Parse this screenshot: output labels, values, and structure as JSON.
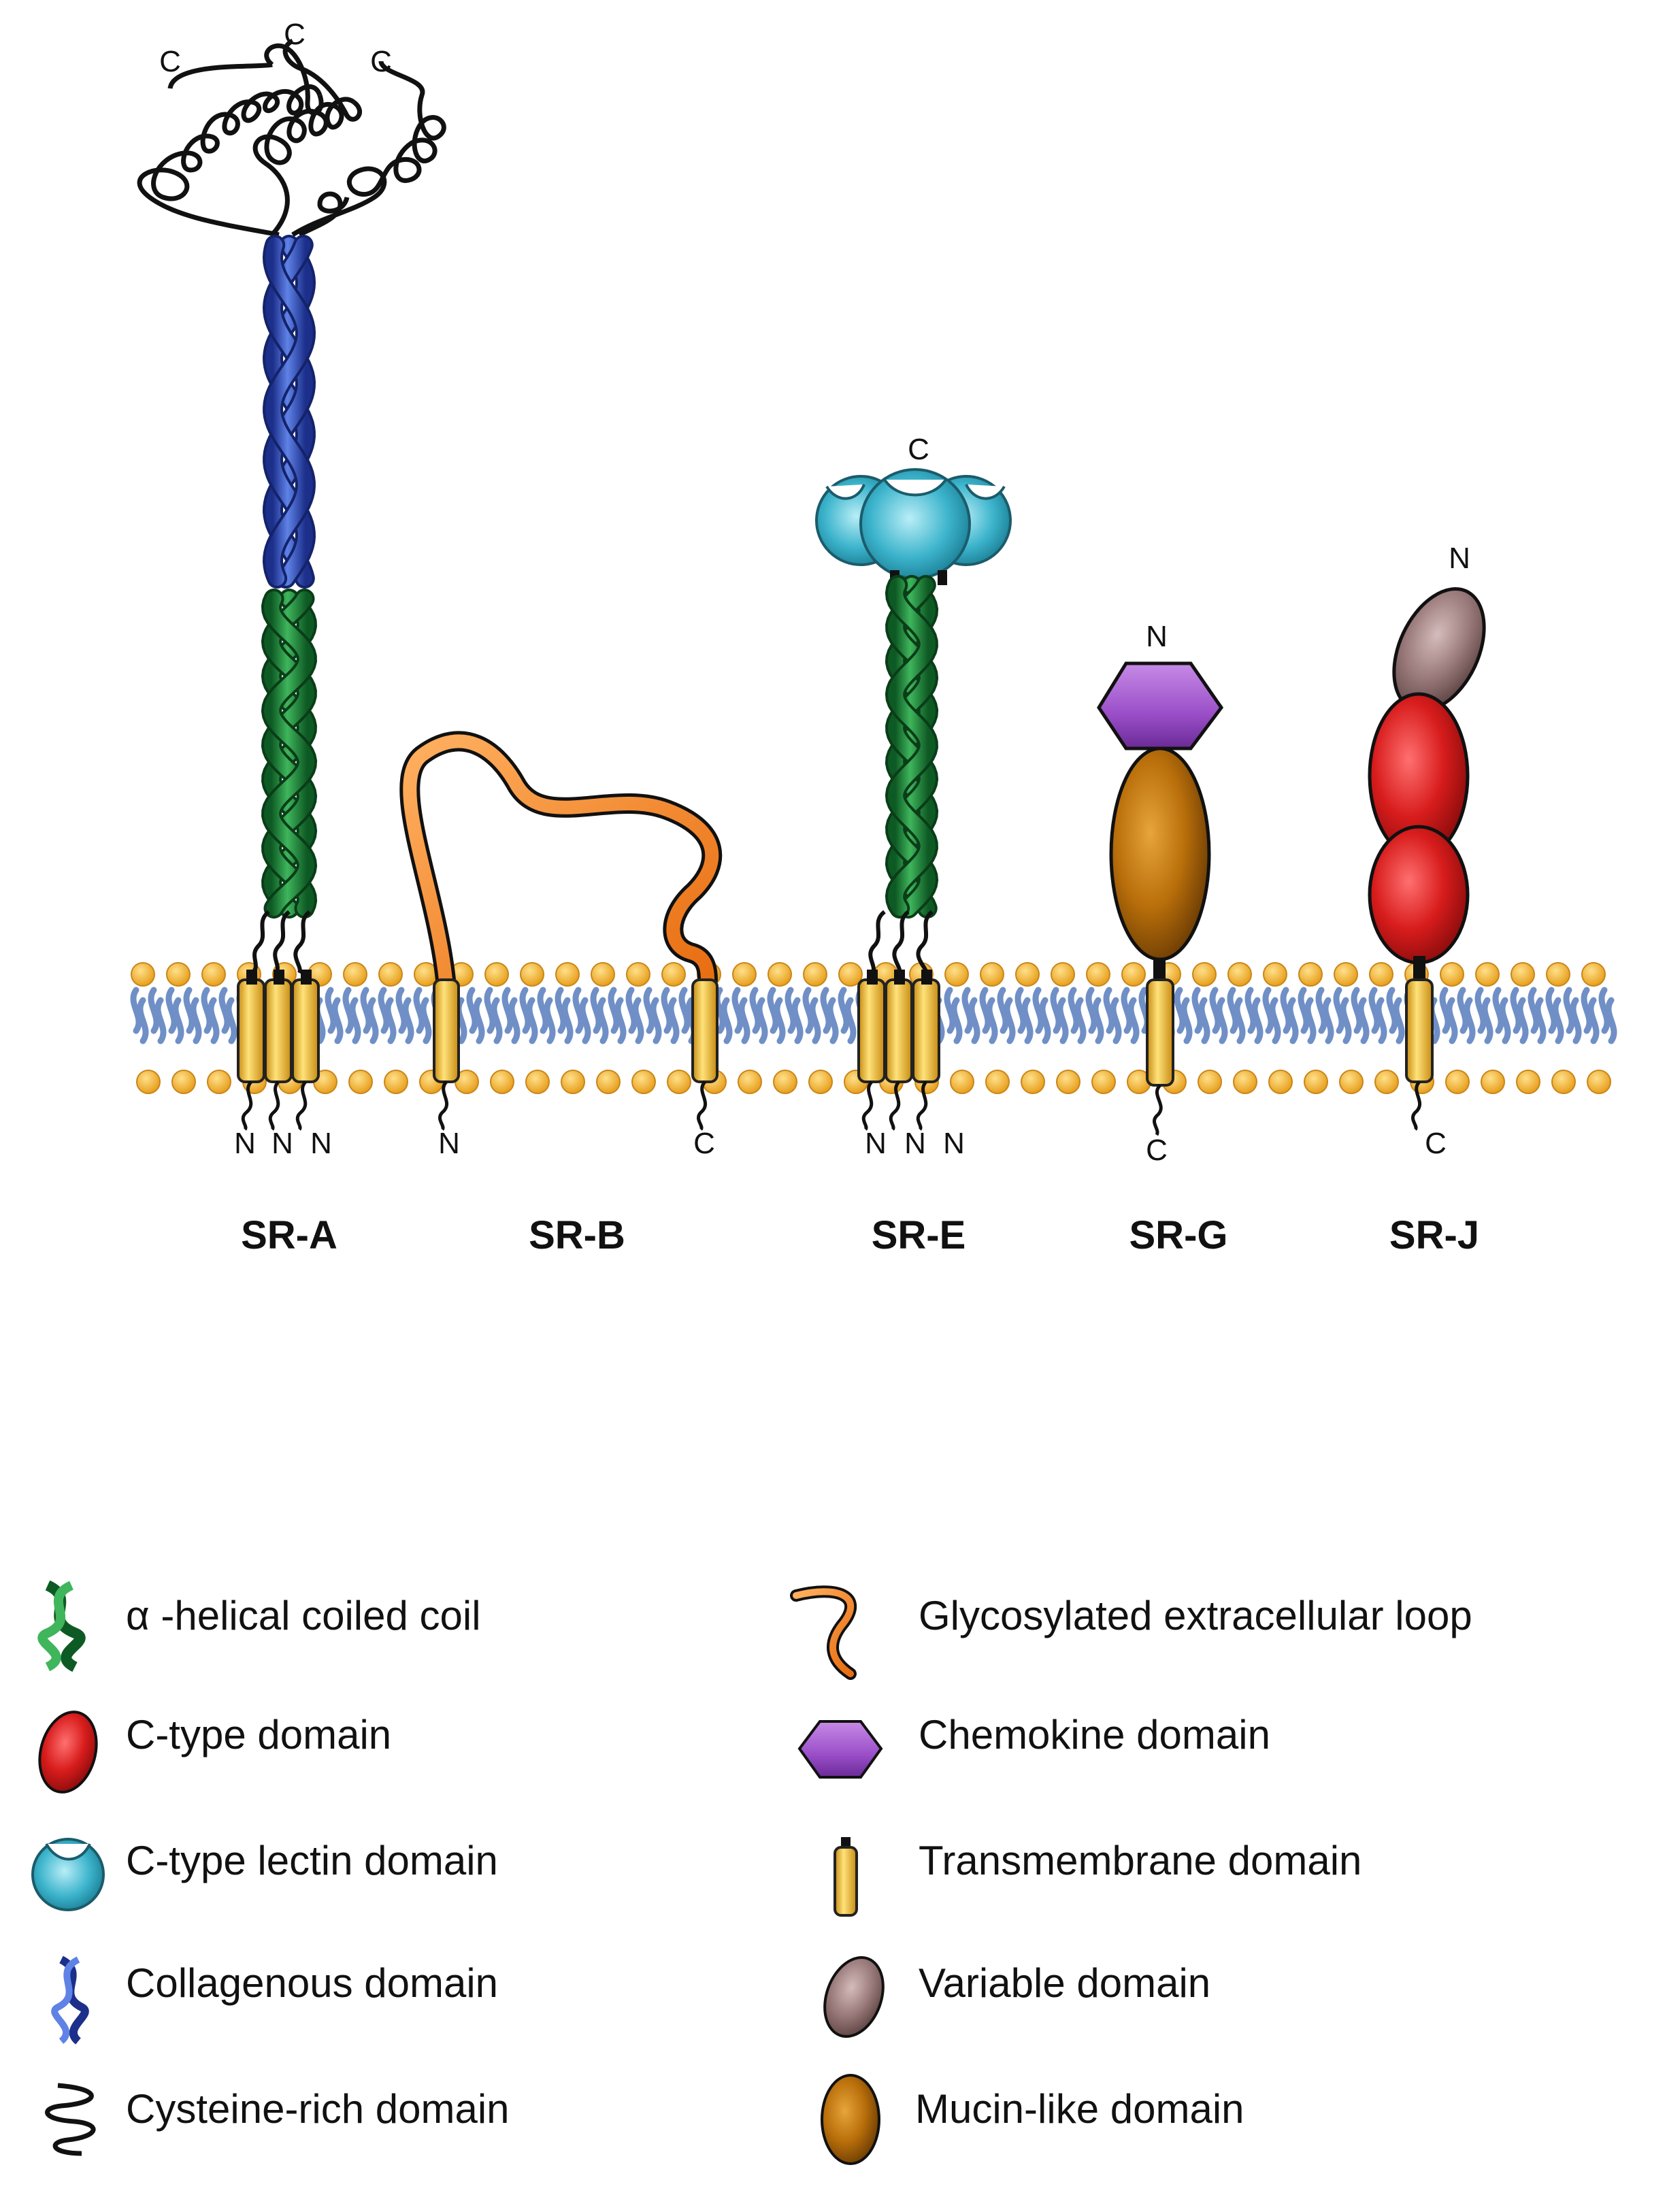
{
  "receptors": [
    {
      "name": "SR-A",
      "top_terminals": [
        "C",
        "C",
        "C"
      ],
      "bottom_terminals": [
        "N",
        "N",
        "N"
      ]
    },
    {
      "name": "SR-B",
      "bottom_terminals": [
        "N",
        "C"
      ]
    },
    {
      "name": "SR-E",
      "top_terminals": [
        "C"
      ],
      "bottom_terminals": [
        "N",
        "N",
        "N"
      ]
    },
    {
      "name": "SR-G",
      "top_terminals": [
        "N"
      ],
      "bottom_terminals": [
        "C"
      ]
    },
    {
      "name": "SR-J",
      "top_terminals": [
        "N"
      ],
      "bottom_terminals": [
        "C"
      ]
    }
  ],
  "legend": {
    "left": [
      {
        "label": "α -helical coiled coil",
        "icon": "coiled-coil-icon"
      },
      {
        "label": "C-type domain",
        "icon": "red-oval-icon"
      },
      {
        "label": "C-type lectin domain",
        "icon": "lectin-icon"
      },
      {
        "label": "Collagenous domain",
        "icon": "collagen-icon"
      },
      {
        "label": "Cysteine-rich domain",
        "icon": "squiggle-icon"
      }
    ],
    "right": [
      {
        "label": "Glycosylated extracellular loop",
        "icon": "loop-icon"
      },
      {
        "label": "Chemokine domain",
        "icon": "hexagon-icon"
      },
      {
        "label": "Transmembrane domain",
        "icon": "cylinder-icon"
      },
      {
        "label": "Variable domain",
        "icon": "mauve-oval-icon"
      },
      {
        "label": "Mucin-like domain",
        "icon": "brown-oval-icon"
      }
    ]
  },
  "colors": {
    "coiled_coil": "#1f8a3c",
    "collagen": "#3355cc",
    "lectin": "#3cb4cc",
    "loop": "#f08a2a",
    "chemokine": "#9a4ec8",
    "transmembrane": "#f2c232",
    "variable": "#9a7a7a",
    "mucin": "#b86e0a",
    "c_type": "#d81c1c",
    "lipid_head": "#f2b233",
    "lipid_tail": "#6f8fc6"
  }
}
